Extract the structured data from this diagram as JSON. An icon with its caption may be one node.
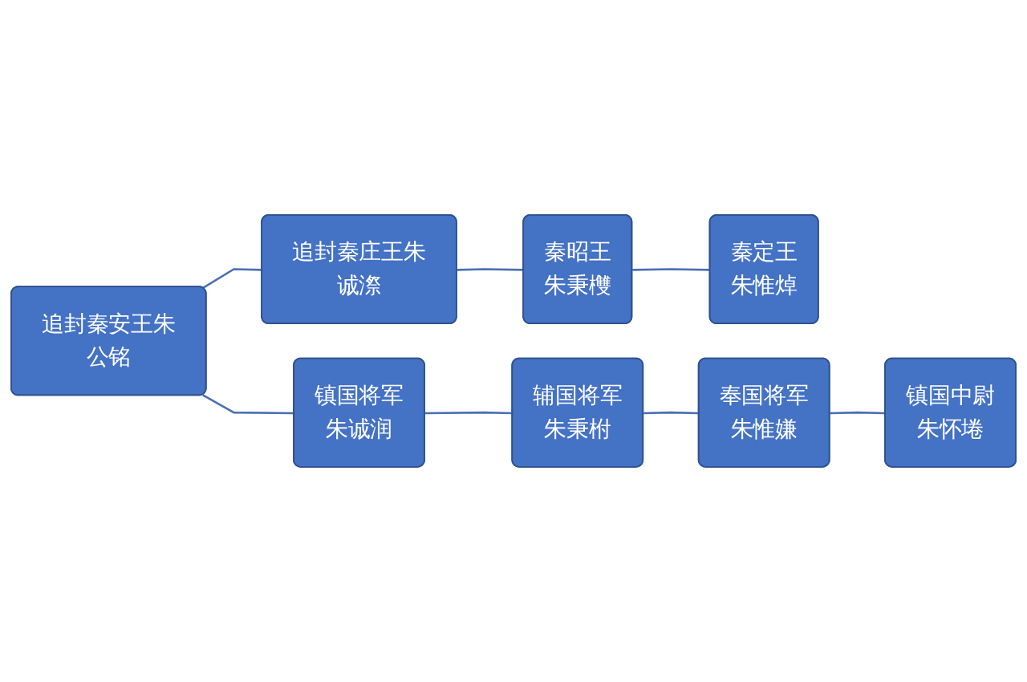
{
  "diagram": {
    "nodes": [
      {
        "text": [
          "追封秦安王朱公铭"
        ]
      },
      {
        "text": [
          "追封秦庄王朱诚漈"
        ]
      },
      {
        "text": [
          "秦昭王",
          "朱秉欆"
        ]
      },
      {
        "text": [
          "秦定王",
          "朱惟焯"
        ]
      },
      {
        "text": [
          "镇国将军",
          "朱诚润"
        ]
      },
      {
        "text": [
          "辅国将军",
          "朱秉柎"
        ]
      },
      {
        "text": [
          "奉国将军",
          "朱惟嫌"
        ]
      },
      {
        "text": [
          "镇国中尉",
          "朱怀埢"
        ]
      }
    ],
    "edges": [
      {
        "from": 0,
        "to": 1,
        "arrow": "none"
      },
      {
        "from": 0,
        "to": 4,
        "arrow": "none"
      },
      {
        "from": 1,
        "to": 2,
        "arrow": "none"
      },
      {
        "from": 2,
        "to": 3,
        "arrow": "none"
      },
      {
        "from": 4,
        "to": 5,
        "arrow": "none"
      },
      {
        "from": 5,
        "to": 6,
        "arrow": "none"
      },
      {
        "from": 6,
        "to": 7,
        "arrow": "none"
      }
    ]
  }
}
